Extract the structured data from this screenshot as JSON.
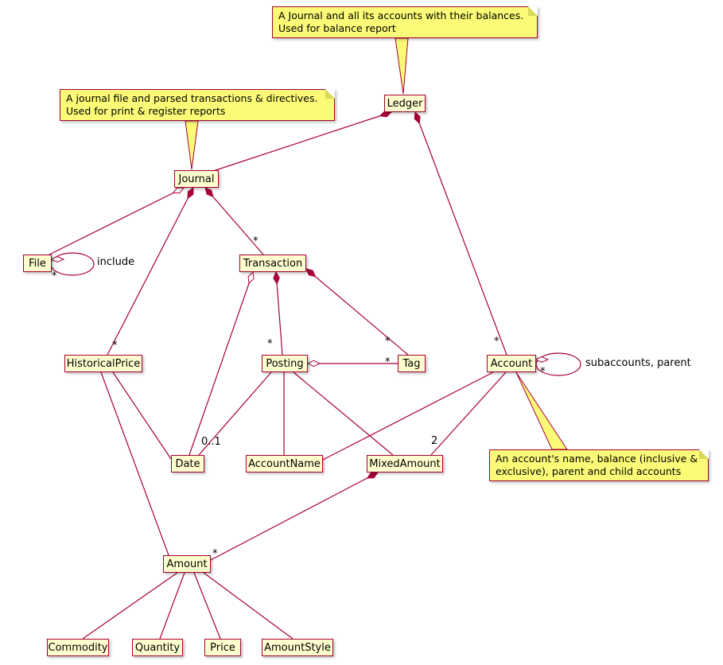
{
  "colors": {
    "node-fill": "#FEFECE",
    "node-border": "#A80036",
    "edge": "#A80036",
    "note-fill": "#FBFB77",
    "note-border": "#A80036",
    "text": "#000000",
    "background": "#FFFFFF"
  },
  "nodes": {
    "ledger": "Ledger",
    "journal": "Journal",
    "file": "File",
    "transaction": "Transaction",
    "historical_price": "HistoricalPrice",
    "posting": "Posting",
    "tag": "Tag",
    "account": "Account",
    "date": "Date",
    "account_name": "AccountName",
    "mixed_amount": "MixedAmount",
    "amount": "Amount",
    "commodity": "Commodity",
    "quantity": "Quantity",
    "price": "Price",
    "amount_style": "AmountStyle"
  },
  "notes": {
    "ledger": {
      "line1": "A Journal and all its accounts with their balances.",
      "line2": "Used for balance report"
    },
    "journal": {
      "line1": "A journal file and parsed transactions & directives.",
      "line2": "Used for print & register reports"
    },
    "account": {
      "line1": "An account's name, balance (inclusive &",
      "line2": "exclusive), parent and child accounts"
    }
  },
  "edge_labels": {
    "ledger_account_mult": "*",
    "journal_transaction_mult": "*",
    "journal_historical_price_mult": "*",
    "transaction_posting_mult": "*",
    "transaction_tag_mult": "*",
    "posting_tag_mult": "*",
    "posting_date_mult": "0..1",
    "account_mixed_amount_mult": "2",
    "mixed_amount_amount_mult": "*",
    "file_include_label": "include",
    "file_include_mult": "*",
    "account_self_label": "subaccounts, parent",
    "account_self_mult": "*"
  },
  "relations": [
    {
      "from": "Ledger",
      "to": "Journal",
      "type": "composition"
    },
    {
      "from": "Ledger",
      "to": "Account",
      "type": "composition",
      "target_multiplicity": "*"
    },
    {
      "from": "Journal",
      "to": "File",
      "type": "aggregation"
    },
    {
      "from": "File",
      "to": "File",
      "type": "aggregation",
      "label": "include",
      "target_multiplicity": "*"
    },
    {
      "from": "Journal",
      "to": "Transaction",
      "type": "composition",
      "target_multiplicity": "*"
    },
    {
      "from": "Journal",
      "to": "HistoricalPrice",
      "type": "composition",
      "target_multiplicity": "*"
    },
    {
      "from": "Transaction",
      "to": "Posting",
      "type": "composition",
      "target_multiplicity": "*"
    },
    {
      "from": "Transaction",
      "to": "Date",
      "type": "aggregation"
    },
    {
      "from": "Transaction",
      "to": "Tag",
      "type": "composition",
      "target_multiplicity": "*"
    },
    {
      "from": "Posting",
      "to": "Tag",
      "type": "aggregation",
      "target_multiplicity": "*"
    },
    {
      "from": "Posting",
      "to": "Date",
      "type": "association",
      "target_multiplicity": "0..1"
    },
    {
      "from": "Posting",
      "to": "AccountName",
      "type": "association"
    },
    {
      "from": "Posting",
      "to": "MixedAmount",
      "type": "association"
    },
    {
      "from": "Account",
      "to": "Account",
      "type": "aggregation",
      "label": "subaccounts, parent",
      "target_multiplicity": "*"
    },
    {
      "from": "Account",
      "to": "AccountName",
      "type": "association"
    },
    {
      "from": "Account",
      "to": "MixedAmount",
      "type": "association",
      "target_multiplicity": "2"
    },
    {
      "from": "MixedAmount",
      "to": "Amount",
      "type": "composition",
      "target_multiplicity": "*"
    },
    {
      "from": "HistoricalPrice",
      "to": "Date",
      "type": "association"
    },
    {
      "from": "HistoricalPrice",
      "to": "Amount",
      "type": "association"
    },
    {
      "from": "Amount",
      "to": "Commodity",
      "type": "association"
    },
    {
      "from": "Amount",
      "to": "Quantity",
      "type": "association"
    },
    {
      "from": "Amount",
      "to": "Price",
      "type": "association"
    },
    {
      "from": "Amount",
      "to": "AmountStyle",
      "type": "association"
    }
  ]
}
